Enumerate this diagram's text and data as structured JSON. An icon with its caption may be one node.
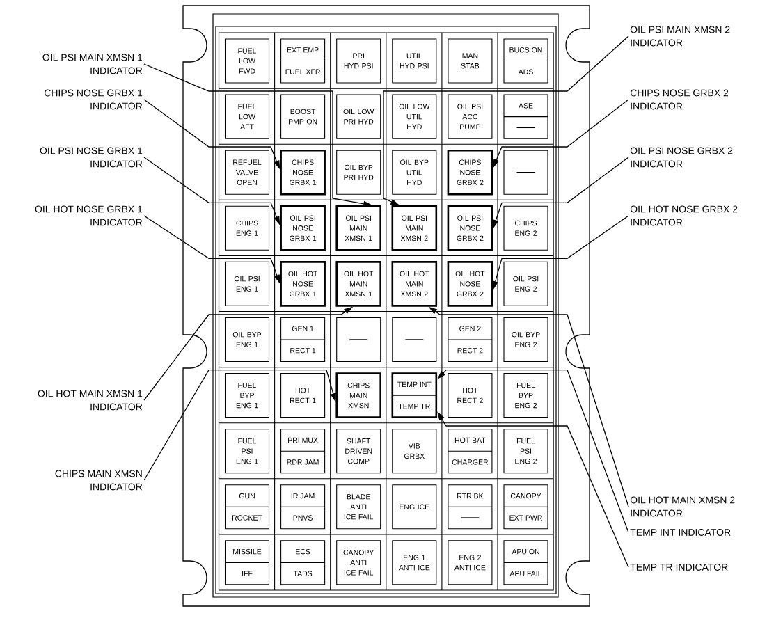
{
  "diagram": {
    "nodes": [
      {
        "text": [
          "FUEL LOW FWD"
        ]
      },
      {
        "text": [
          "EXT EMP",
          "FUEL XFR"
        ]
      },
      {
        "text": [
          "PRI HYD PSI"
        ]
      },
      {
        "text": [
          "UTIL HYD PSI"
        ]
      },
      {
        "text": [
          "MAN STAB"
        ]
      },
      {
        "text": [
          "BUCS ON",
          "ADS"
        ]
      },
      {
        "text": [
          "FUEL LOW AFT"
        ]
      },
      {
        "text": [
          "BOOST PMP ON"
        ]
      },
      {
        "text": [
          "OIL LOW PRI HYD"
        ]
      },
      {
        "text": [
          "OIL LOW UTIL HYD"
        ]
      },
      {
        "text": [
          "OIL PSI ACC PUMP"
        ]
      },
      {
        "text": [
          "ASE"
        ]
      },
      {
        "text": [
          "REFUEL VALVE OPEN"
        ]
      },
      {
        "text": [
          "CHIPS NOSE GRBX 1"
        ]
      },
      {
        "text": [
          "OIL BYP PRI HYD"
        ]
      },
      {
        "text": [
          "OIL BYP UTIL HYD"
        ]
      },
      {
        "text": [
          "CHIPS NOSE GRBX 2"
        ]
      },
      {
        "text": [],
        "shape": "box"
      },
      {
        "text": [
          "CHIPS ENG 1"
        ]
      },
      {
        "text": [
          "OIL PSI NOSE GRBX 1"
        ]
      },
      {
        "text": [
          "OIL PSI MAIN XMSN 1"
        ]
      },
      {
        "text": [
          "OIL PSI MAIN XMSN 2"
        ]
      },
      {
        "text": [
          "OIL PSI NOSE GRBX 2"
        ]
      },
      {
        "text": [
          "CHIPS ENG 2"
        ]
      },
      {
        "text": [
          "OIL PSI ENG 1"
        ]
      },
      {
        "text": [
          "OIL HOT NOSE GRBX 1"
        ]
      },
      {
        "text": [
          "OIL HOT MAIN XMSN 1"
        ]
      },
      {
        "text": [
          "OIL HOT MAIN XMSN 2"
        ]
      },
      {
        "text": [
          "OIL HOT NOSE GRBX 2"
        ]
      },
      {
        "text": [
          "OIL PSI ENG 2"
        ]
      },
      {
        "text": [
          "OIL BYP ENG 1"
        ]
      },
      {
        "text": [
          "GEN 1",
          "RECT 1"
        ]
      },
      {
        "text": [],
        "shape": "box"
      },
      {
        "text": [],
        "shape": "box"
      },
      {
        "text": [
          "GEN 2",
          "RECT 2"
        ]
      },
      {
        "text": [
          "OIL BYP ENG 2"
        ]
      },
      {
        "text": [
          "FUEL BYP ENG 1"
        ]
      },
      {
        "text": [
          "HOT RECT 1"
        ]
      },
      {
        "text": [
          "CHIPS MAIN XMSN"
        ]
      },
      {
        "text": [
          "TEMP INT",
          "TEMP TR"
        ]
      },
      {
        "text": [
          "HOT RECT 2"
        ]
      },
      {
        "text": [
          "FUEL BYP ENG 2"
        ]
      },
      {
        "text": [
          "FUEL PSI ENG 1"
        ]
      },
      {
        "text": [
          "PRI MUX",
          "RDR JAM"
        ]
      },
      {
        "text": [
          "SHAFT DRIVEN COMP"
        ]
      },
      {
        "text": [
          "VIB GRBX"
        ]
      },
      {
        "text": [
          "HOT BAT",
          "CHARGER"
        ]
      },
      {
        "text": [
          "FUEL PSI ENG 2"
        ]
      },
      {
        "text": [
          "GUN",
          "ROCKET"
        ]
      },
      {
        "text": [
          "IR JAM",
          "PNVS"
        ]
      },
      {
        "text": [
          "BLADE ANTI ICE FAIL"
        ]
      },
      {
        "text": [
          "ENG ICE"
        ]
      },
      {
        "text": [
          "RTR BK"
        ]
      },
      {
        "text": [
          "CANOPY",
          "EXT PWR"
        ]
      },
      {
        "text": [
          "MISSILE",
          "IFF"
        ]
      },
      {
        "text": [
          "ECS",
          "TADS"
        ]
      },
      {
        "text": [
          "CANOPY ANTI ICE FAIL"
        ]
      },
      {
        "text": [
          "ENG 1 ANTI ICE"
        ]
      },
      {
        "text": [
          "ENG 2 ANTI ICE"
        ]
      },
      {
        "text": [
          "APU ON",
          "APU FAIL"
        ]
      },
      {
        "text": [
          "OIL PSI MAIN XMSN 1 INDICATOR"
        ]
      },
      {
        "text": [
          "CHIPS NOSE GRBX 1 INDICATOR"
        ]
      },
      {
        "text": [
          "OIL PSI NOSE GRBX 1 INDICATOR"
        ]
      },
      {
        "text": [
          "OIL HOT NOSE GRBX 1 INDICATOR"
        ]
      },
      {
        "text": [
          "OIL HOT MAIN XMSN 1 INDICATOR"
        ]
      },
      {
        "text": [
          "CHIPS MAIN XMSN INDICATOR"
        ]
      },
      {
        "text": [
          "OIL PSI MAIN XMSN 2 INDICATOR"
        ]
      },
      {
        "text": [
          "CHIPS NOSE GRBX 2 INDICATOR"
        ]
      },
      {
        "text": [
          "OIL PSI NOSE GRBX 2 INDICATOR"
        ]
      },
      {
        "text": [
          "OIL HOT NOSE GRBX 2 INDICATOR"
        ]
      },
      {
        "text": [
          "OIL HOT MAIN XMSN 2 INDICATOR"
        ]
      },
      {
        "text": [
          "TEMP INT INDICATOR"
        ]
      },
      {
        "text": [
          "TEMP TR INDICATOR"
        ]
      }
    ],
    "edges": [
      {
        "from": 60,
        "to": 20,
        "arrow": "to"
      },
      {
        "from": 61,
        "to": 13,
        "arrow": "to"
      },
      {
        "from": 62,
        "to": 19,
        "arrow": "to"
      },
      {
        "from": 63,
        "to": 25,
        "arrow": "to"
      },
      {
        "from": 64,
        "to": 26,
        "arrow": "to"
      },
      {
        "from": 65,
        "to": 38,
        "arrow": "to"
      },
      {
        "from": 66,
        "to": 21,
        "arrow": "to"
      },
      {
        "from": 67,
        "to": 16,
        "arrow": "to"
      },
      {
        "from": 68,
        "to": 22,
        "arrow": "to"
      },
      {
        "from": 69,
        "to": 28,
        "arrow": "to"
      },
      {
        "from": 70,
        "to": 27,
        "arrow": "to"
      },
      {
        "from": 71,
        "to": 39,
        "arrow": "to"
      },
      {
        "from": 72,
        "to": 39,
        "arrow": "to"
      }
    ]
  }
}
